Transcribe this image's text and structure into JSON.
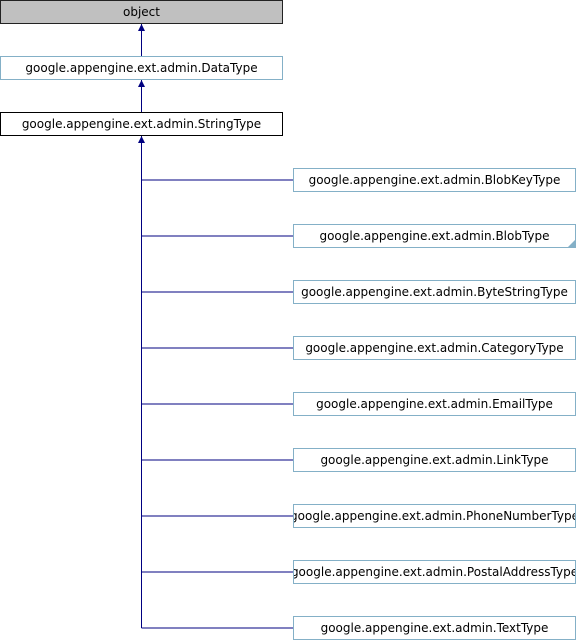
{
  "diagram": {
    "root": {
      "label": "object"
    },
    "base": {
      "label": "google.appengine.ext.admin.DataType"
    },
    "focus": {
      "label": "google.appengine.ext.admin.StringType"
    },
    "subclasses": [
      {
        "label": "google.appengine.ext.admin.BlobKeyType",
        "more": false
      },
      {
        "label": "google.appengine.ext.admin.BlobType",
        "more": true
      },
      {
        "label": "google.appengine.ext.admin.ByteStringType",
        "more": false
      },
      {
        "label": "google.appengine.ext.admin.CategoryType",
        "more": false
      },
      {
        "label": "google.appengine.ext.admin.EmailType",
        "more": false
      },
      {
        "label": "google.appengine.ext.admin.LinkType",
        "more": false
      },
      {
        "label": "google.appengine.ext.admin.PhoneNumberType",
        "more": false
      },
      {
        "label": "google.appengine.ext.admin.PostalAddressType",
        "more": false
      },
      {
        "label": "google.appengine.ext.admin.TextType",
        "more": false
      }
    ],
    "colors": {
      "root_fill": "#c0c0c0",
      "node_border": "#84b0c7",
      "focus_border": "#000000",
      "edge": "#000080"
    }
  }
}
